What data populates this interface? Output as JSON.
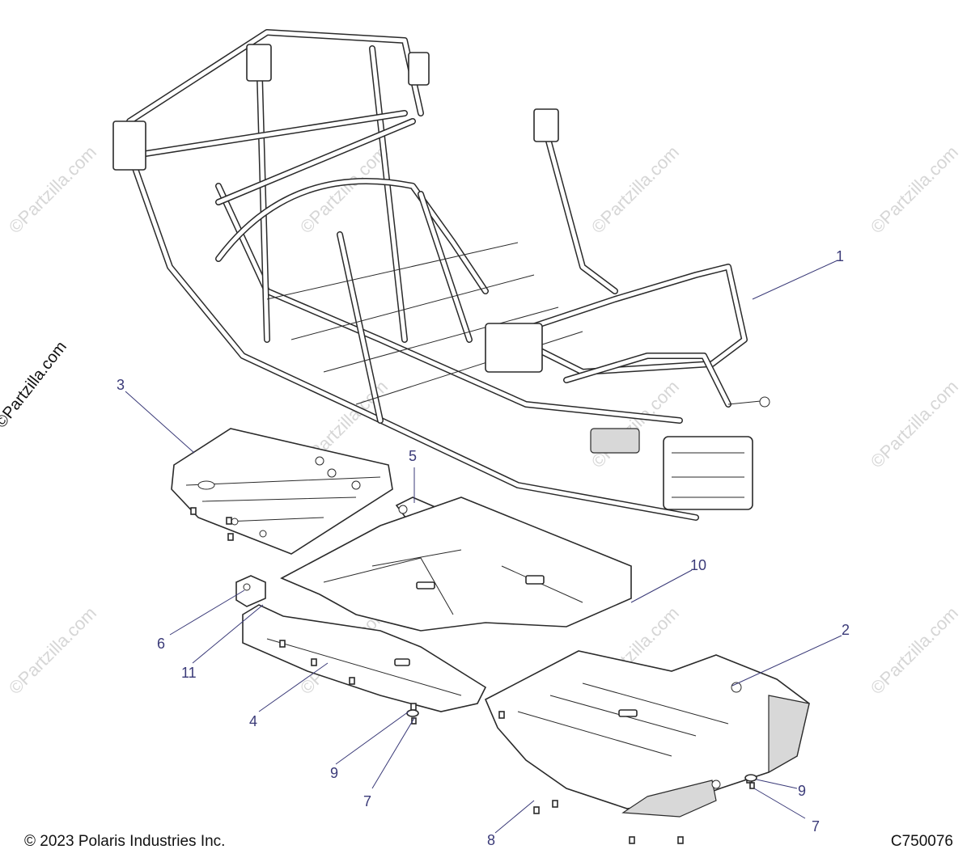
{
  "footer": {
    "copyright": "© 2023 Polaris Industries Inc.",
    "figure_code": "C750076"
  },
  "watermark": {
    "side_text": "©Partzilla.com",
    "tile_text": "©Partzilla.com"
  },
  "callouts": {
    "c1": "1",
    "c2": "2",
    "c3": "3",
    "c4": "4",
    "c5": "5",
    "c6": "6",
    "c7a": "7",
    "c7b": "7",
    "c8": "8",
    "c9a": "9",
    "c9b": "9",
    "c10": "10",
    "c11": "11"
  },
  "colors": {
    "callout": "#3a3a78",
    "line": "#2a2a2a",
    "watermark": "#d6d6d6"
  }
}
